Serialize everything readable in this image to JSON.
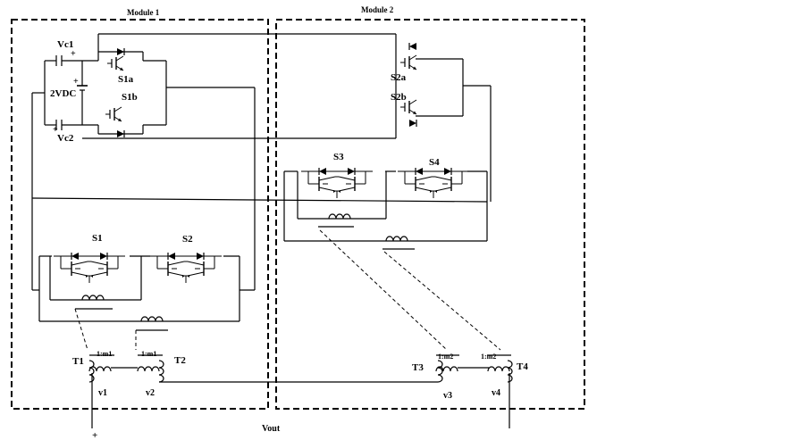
{
  "modules": {
    "module1": "Module 1",
    "module2": "Module 2"
  },
  "source": {
    "vc1": "Vc1",
    "vc2": "Vc2",
    "vdc": "2VDC",
    "plus": "+"
  },
  "switches": {
    "s1a": "S1a",
    "s1b": "S1b",
    "s2a": "S2a",
    "s2b": "S2b",
    "s1": "S1",
    "s2": "S2",
    "s3": "S3",
    "s4": "S4"
  },
  "transformers": {
    "t1": "T1",
    "t2": "T2",
    "t3": "T3",
    "t4": "T4",
    "ratio_m1": "1:m1",
    "ratio_m2": "1:m2"
  },
  "voltages": {
    "v1": "v1",
    "v2": "v2",
    "v3": "v3",
    "v4": "v4",
    "vout": "Vout",
    "plus": "+"
  }
}
